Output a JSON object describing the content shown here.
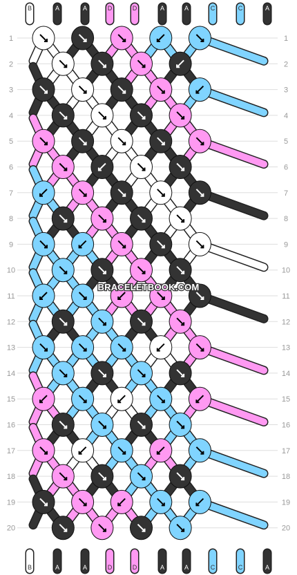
{
  "pattern": {
    "strings_top": [
      "B",
      "A",
      "A",
      "D",
      "D",
      "A",
      "A",
      "C",
      "C",
      "A"
    ],
    "strings_bottom": [
      "B",
      "A",
      "A",
      "D",
      "D",
      "A",
      "A",
      "C",
      "C",
      "A"
    ],
    "row_numbers": [
      "1",
      "2",
      "3",
      "4",
      "5",
      "6",
      "7",
      "8",
      "9",
      "10",
      "11",
      "12",
      "13",
      "14",
      "15",
      "16",
      "17",
      "18",
      "19",
      "20"
    ],
    "watermark": "BRACELETBOOK.COM",
    "colors": {
      "A": "#333333",
      "B": "#ffffff",
      "C": "#80d4ff",
      "D": "#ff99f2"
    },
    "knot_rows": [
      "B>A>D>C<C>",
      "B>A>D>A<",
      "A>B>A>D>C<",
      "A>B>A>D>",
      "D>A>B>A>D>",
      "D>A<B>A>",
      "C<D>A>B>A>",
      "A>D>A>B>",
      "C>C<D>A>B>",
      "C>A>D>A>",
      "C<C>D<D>A>",
      "A>C>A>D>",
      "C>C>C>B<D>",
      "C>A>C>A>",
      "D<C>B<C>D<",
      "A>C>A>C>",
      "D>B<C>D<C>",
      "D>A>C>A>",
      "A>D>D<C>C<",
      "A>D>A>C>"
    ]
  }
}
